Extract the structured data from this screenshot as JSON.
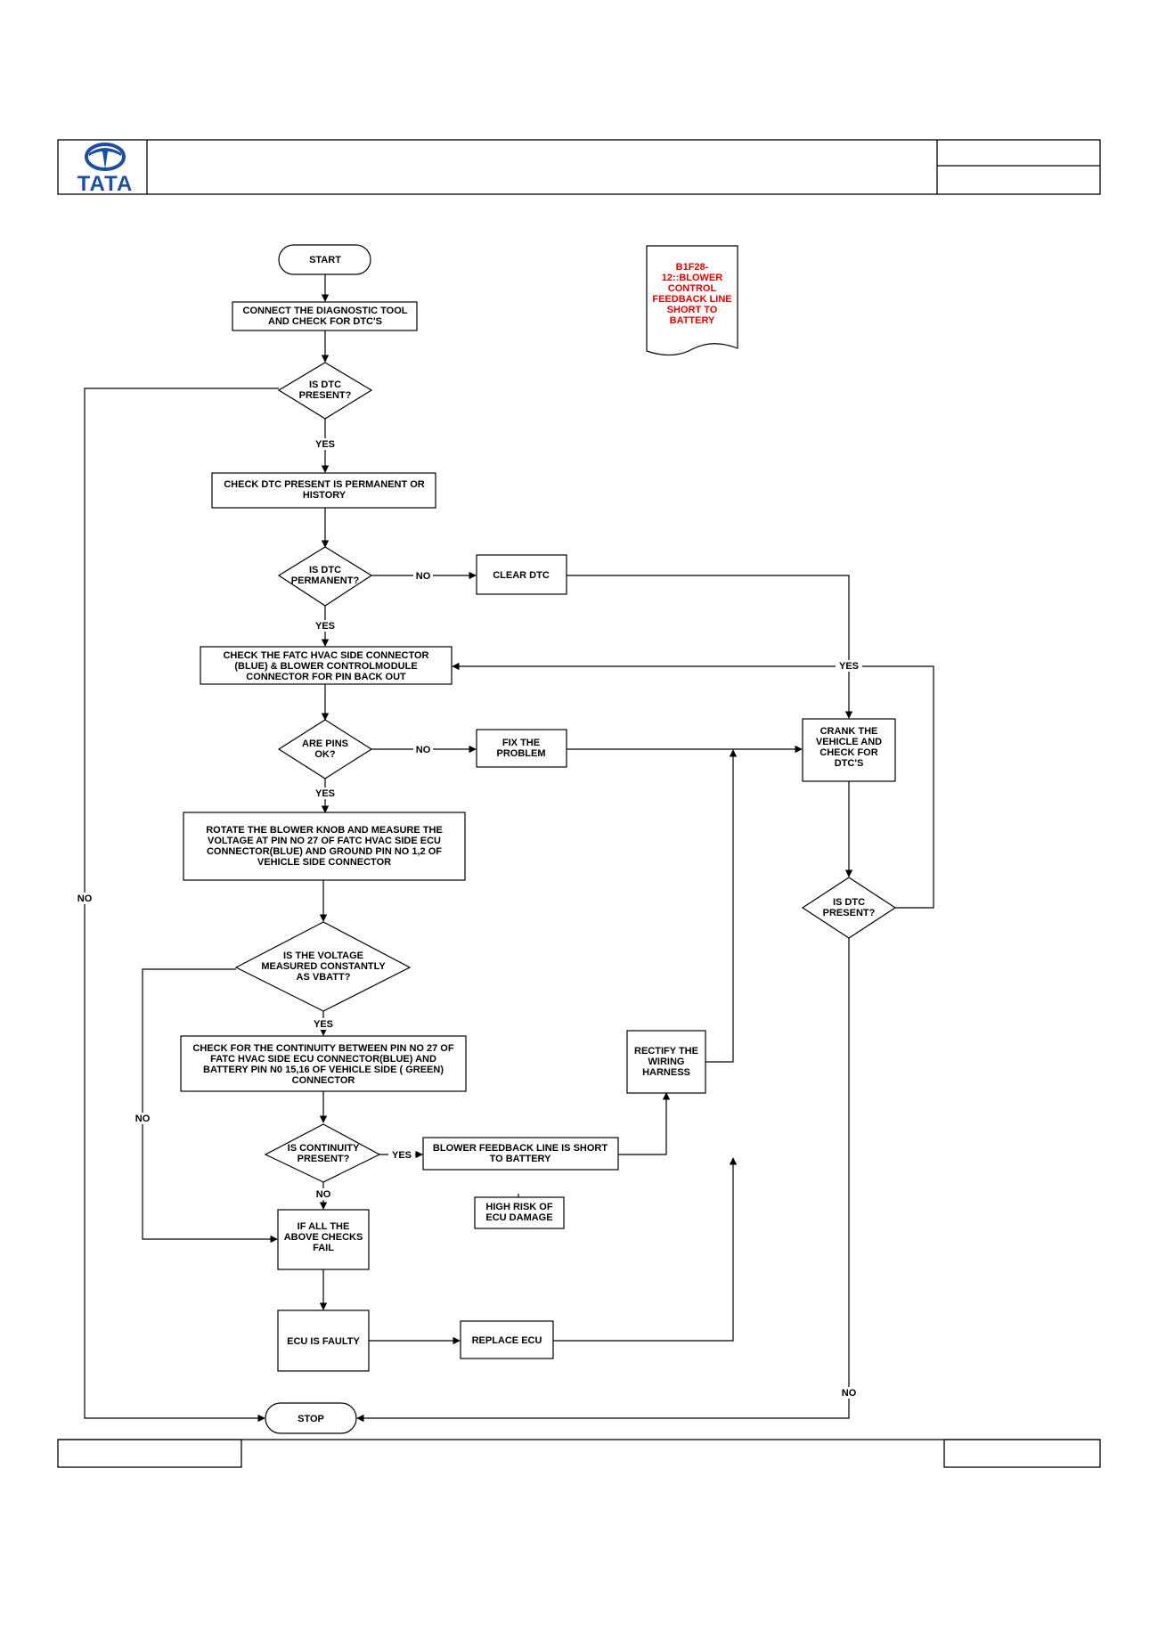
{
  "header": {
    "logo_text": "TATA"
  },
  "dtc_note": [
    "B1F28-",
    "12::BLOWER",
    "CONTROL",
    "FEEDBACK LINE",
    "SHORT TO",
    "BATTERY"
  ],
  "nodes": {
    "start": "START",
    "connect": [
      "CONNECT THE DIAGNOSTIC TOOL",
      "AND CHECK FOR  DTC'S"
    ],
    "is_dtc_present": [
      "IS  DTC",
      "PRESENT?"
    ],
    "check_perm": [
      "CHECK DTC  PRESENT IS PERMANENT OR",
      "HISTORY"
    ],
    "is_dtc_perm": [
      "IS  DTC",
      "PERMANENT?"
    ],
    "clear_dtc": "CLEAR DTC",
    "check_fatc": [
      "CHECK THE FATC HVAC SIDE CONNECTOR",
      "(BLUE) &  BLOWER CONTROLMODULE",
      "CONNECTOR FOR PIN BACK OUT"
    ],
    "are_pins_ok": [
      "ARE PINS",
      "OK?"
    ],
    "fix_problem": [
      "FIX THE",
      "PROBLEM"
    ],
    "crank": [
      "CRANK THE",
      "VEHICLE AND",
      "CHECK FOR",
      "DTC'S"
    ],
    "rotate": [
      "ROTATE THE BLOWER KNOB AND MEASURE THE",
      "VOLTAGE AT PIN NO 27 OF FATC HVAC SIDE ECU",
      "CONNECTOR(BLUE) AND GROUND PIN NO 1,2 OF",
      "VEHICLE SIDE CONNECTOR"
    ],
    "is_dtc_present_2": [
      "IS  DTC",
      "PRESENT?"
    ],
    "is_voltage": [
      "IS  THE VOLTAGE",
      "MEASURED CONSTANTLY",
      "AS VBATT?"
    ],
    "check_continuity": [
      "CHECK FOR THE CONTINUITY BETWEEN PIN NO 27 OF",
      "FATC HVAC SIDE ECU CONNECTOR(BLUE) AND",
      "BATTERY   PIN N0 15,16 OF VEHICLE SIDE ( GREEN)",
      "CONNECTOR"
    ],
    "rectify": [
      "RECTIFY THE",
      "WIRING",
      "HARNESS"
    ],
    "is_continuity": [
      "IS CONTINUITY",
      "PRESENT?"
    ],
    "blower_short": [
      "BLOWER FEEDBACK LINE IS SHORT",
      "TO BATTERY"
    ],
    "high_risk": [
      "HIGH RISK OF",
      "ECU DAMAGE"
    ],
    "all_fail": [
      "IF ALL THE",
      "ABOVE CHECKS",
      "FAIL"
    ],
    "ecu_faulty": "ECU IS FAULTY",
    "replace_ecu": "REPLACE ECU",
    "stop": "STOP"
  },
  "edge_labels": {
    "yes_1": "YES",
    "no_left": "NO",
    "no_perm": "NO",
    "yes_perm": "YES",
    "yes_loop": "YES",
    "no_pins": "NO",
    "yes_pins": "YES",
    "no_voltage": "NO",
    "yes_voltage": "YES",
    "yes_continuity": "YES",
    "no_continuity": "NO",
    "no_dtc2": "NO"
  }
}
